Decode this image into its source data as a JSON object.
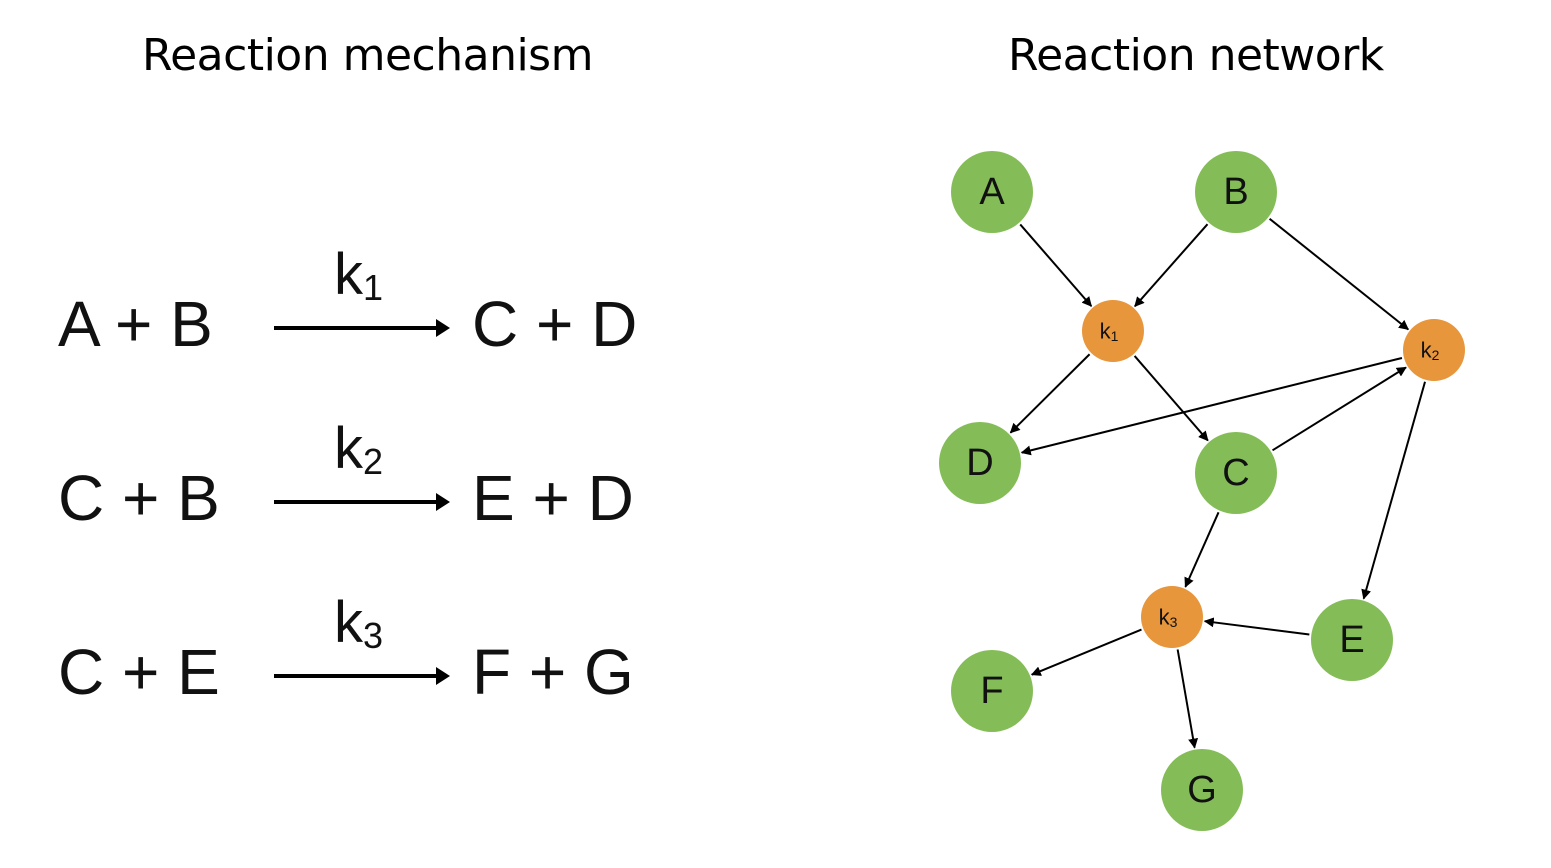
{
  "titles": {
    "left": "Reaction mechanism",
    "right": "Reaction network"
  },
  "colors": {
    "species": "#84bd58",
    "reaction": "#e7963c",
    "edge": "#000000"
  },
  "reactions": [
    {
      "lhs": "A + B",
      "rhs": "C + D",
      "rate": "k",
      "rate_sub": "1"
    },
    {
      "lhs": "C + B",
      "rhs": "E + D",
      "rate": "k",
      "rate_sub": "2"
    },
    {
      "lhs": "C + E",
      "rhs": "F + G",
      "rate": "k",
      "rate_sub": "3"
    }
  ],
  "network": {
    "nodes": [
      {
        "id": "A",
        "label": "A",
        "type": "species"
      },
      {
        "id": "B",
        "label": "B",
        "type": "species"
      },
      {
        "id": "k1",
        "label": "k",
        "sub": "1",
        "type": "reaction"
      },
      {
        "id": "k2",
        "label": "k",
        "sub": "2",
        "type": "reaction"
      },
      {
        "id": "D",
        "label": "D",
        "type": "species"
      },
      {
        "id": "C",
        "label": "C",
        "type": "species"
      },
      {
        "id": "k3",
        "label": "k",
        "sub": "3",
        "type": "reaction"
      },
      {
        "id": "E",
        "label": "E",
        "type": "species"
      },
      {
        "id": "F",
        "label": "F",
        "type": "species"
      },
      {
        "id": "G",
        "label": "G",
        "type": "species"
      }
    ],
    "edges": [
      {
        "from": "A",
        "to": "k1"
      },
      {
        "from": "B",
        "to": "k1"
      },
      {
        "from": "B",
        "to": "k2"
      },
      {
        "from": "k1",
        "to": "D"
      },
      {
        "from": "k1",
        "to": "C"
      },
      {
        "from": "k2",
        "to": "D"
      },
      {
        "from": "C",
        "to": "k2"
      },
      {
        "from": "k2",
        "to": "E"
      },
      {
        "from": "C",
        "to": "k3"
      },
      {
        "from": "E",
        "to": "k3"
      },
      {
        "from": "k3",
        "to": "F"
      },
      {
        "from": "k3",
        "to": "G"
      }
    ]
  }
}
